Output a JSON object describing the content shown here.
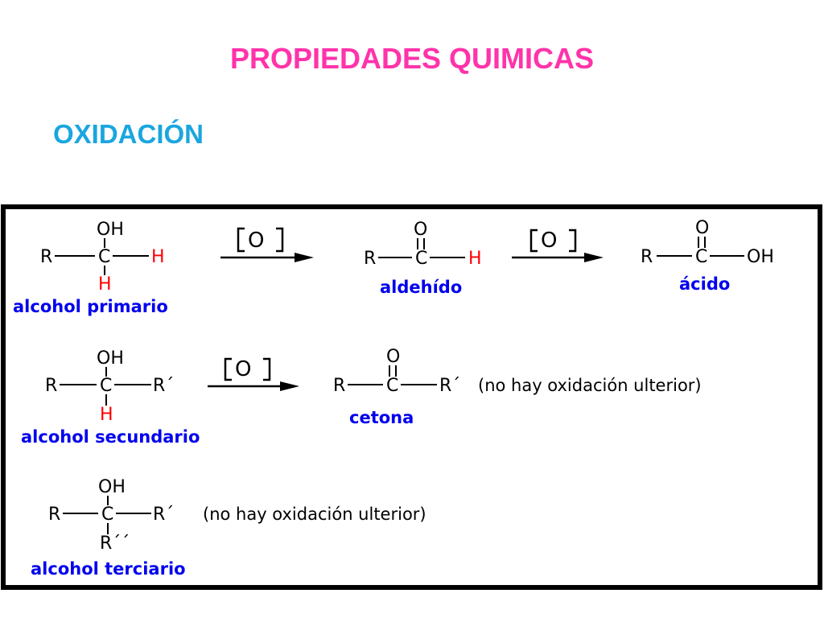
{
  "colors": {
    "title": "#ff33aa",
    "subtitle": "#1aa6e0",
    "label": "#0000ee",
    "h_atom": "#ff0000",
    "frame": "#000000",
    "ink": "#000000"
  },
  "title": "PROPIEDADES QUIMICAS",
  "subtitle": "OXIDACIÓN",
  "atoms": {
    "oh": "OH",
    "r": "R",
    "c": "C",
    "h": "H",
    "o": "O",
    "r_prime": "R´",
    "r_double_prime": "R´´"
  },
  "oxidant": "O",
  "labels": {
    "primary_alcohol": "alcohol primario",
    "aldehyde": "aldehído",
    "acid": "ácido",
    "secondary_alcohol": "alcohol secundario",
    "ketone": "cetona",
    "tertiary_alcohol": "alcohol terciario"
  },
  "notes": {
    "no_further_oxidation": "(no hay oxidación ulterior)"
  }
}
